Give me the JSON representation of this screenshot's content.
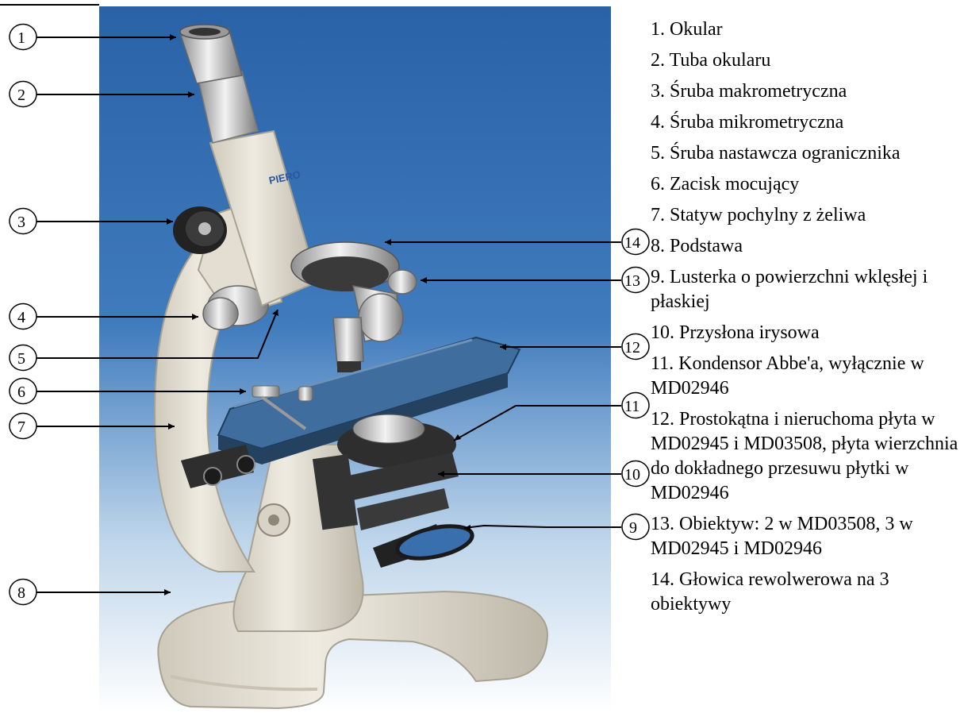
{
  "callouts": [
    {
      "num": "1"
    },
    {
      "num": "2"
    },
    {
      "num": "3"
    },
    {
      "num": "4"
    },
    {
      "num": "5"
    },
    {
      "num": "6"
    },
    {
      "num": "7"
    },
    {
      "num": "8"
    },
    {
      "num": "9"
    },
    {
      "num": "10"
    },
    {
      "num": "11"
    },
    {
      "num": "12"
    },
    {
      "num": "13"
    },
    {
      "num": "14"
    }
  ],
  "brand_text": "PIERO",
  "legend": [
    "1. Okular",
    "2. Tuba okularu",
    "3. Śruba makrometryczna",
    "4. Śruba mikrometryczna",
    "5. Śruba nastawcza ogranicznika",
    "6. Zacisk mocujący",
    "7. Statyw pochylny z żeliwa",
    "8. Podstawa",
    "9. Lusterka o powierzchni wklęsłej i płaskiej",
    "10. Przysłona irysowa",
    "11. Kondensor Abbe'a, wyłącznie w MD02946",
    "12. Prostokątna i nieruchoma płyta w MD02945 i MD03508, płyta wierzchnia do dokładnego przesuwu płytki w MD02946",
    "13. Obiektyw: 2 w MD03508, 3 w MD02945 i MD02946",
    "14. Głowica rewolwerowa na 3 obiektywy"
  ],
  "colors": {
    "background_top": "#2a62a7",
    "background_bottom": "#ffffff",
    "microscope_body": "#e7e2d6",
    "metal_dark": "#2b2b2b",
    "stage_blue": "#3f6e9e"
  }
}
